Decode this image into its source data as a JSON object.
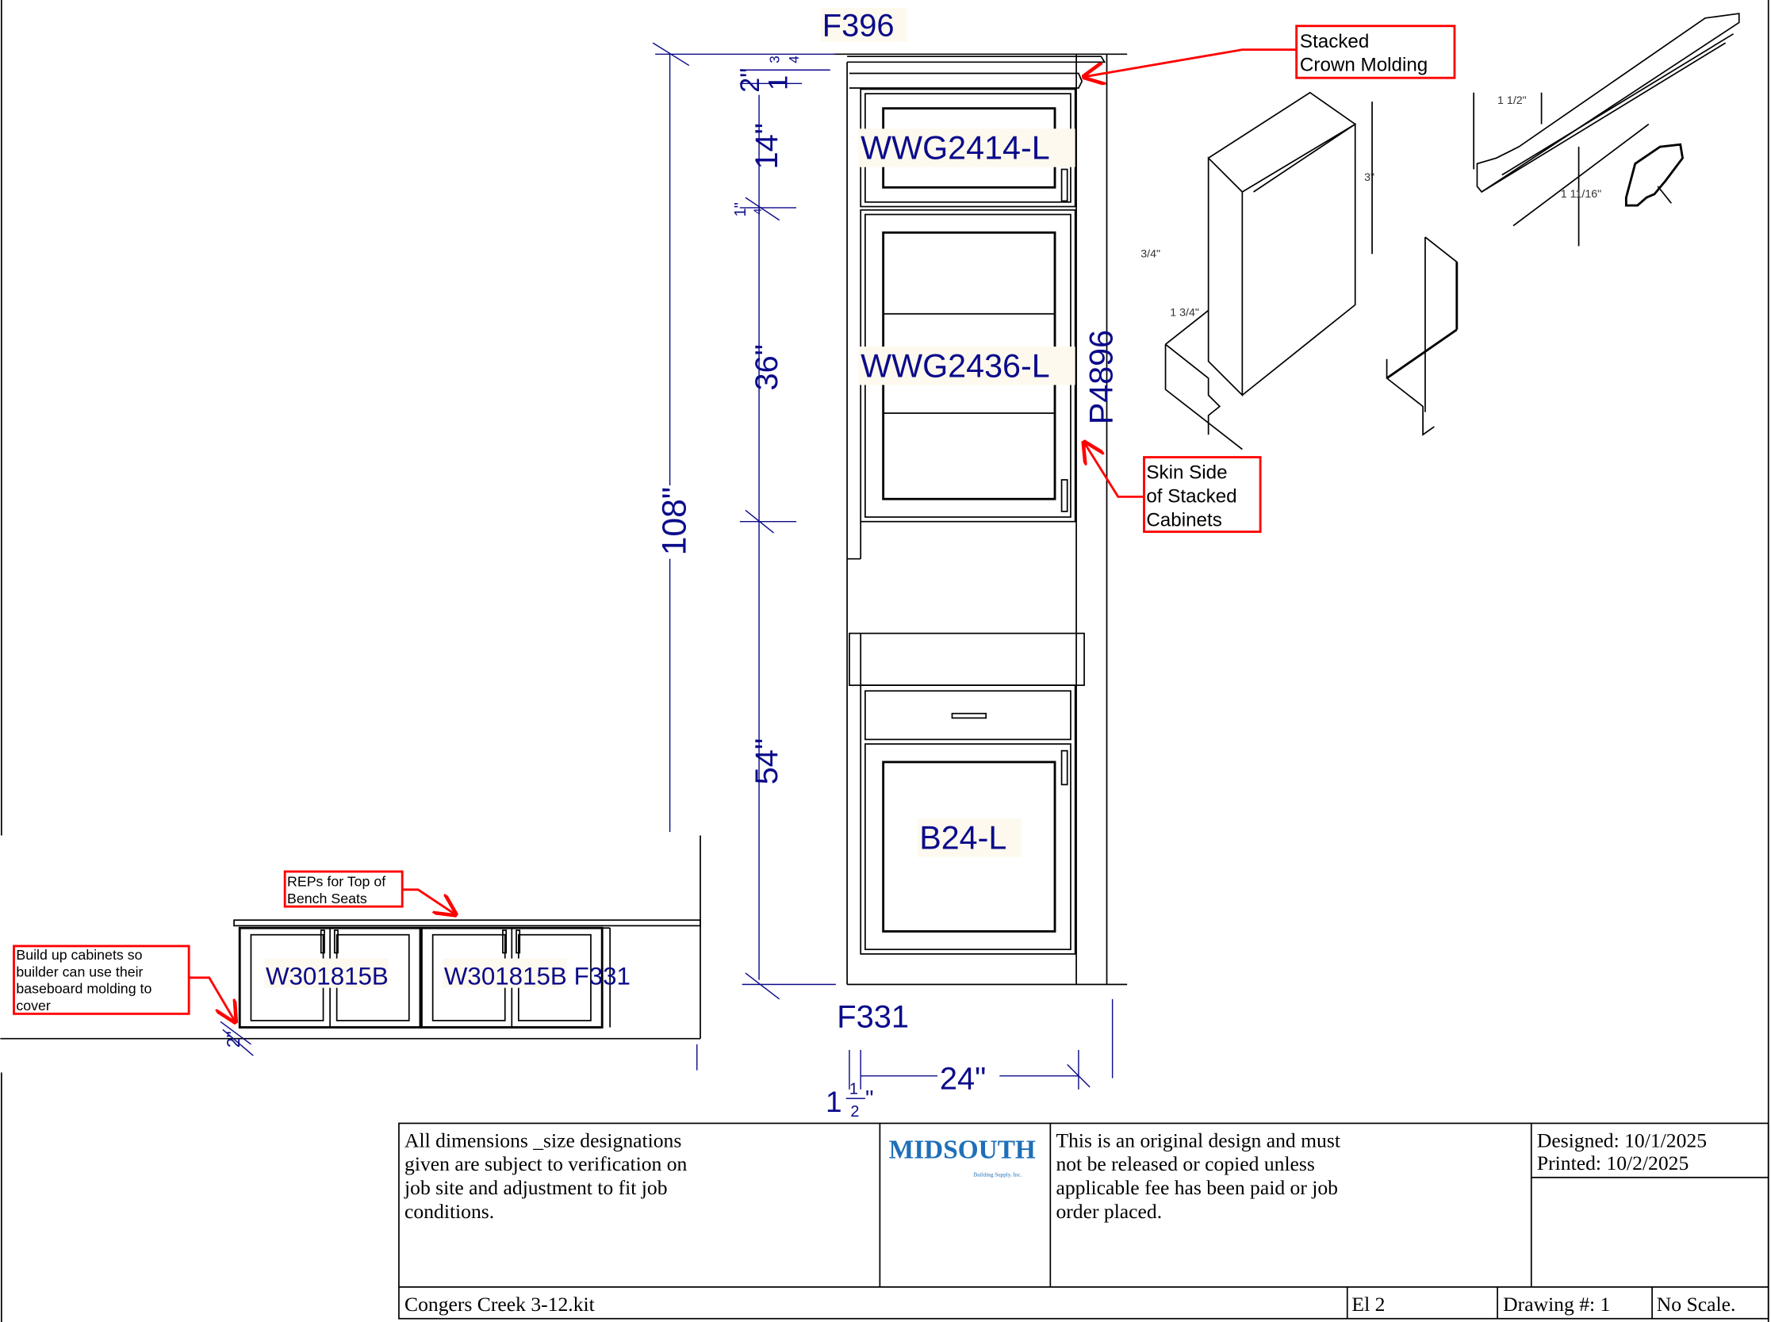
{
  "drawing": {
    "labels": {
      "crown": "F396",
      "upper_wall": "WWG2414-L",
      "mid_wall": "WWG2436-L",
      "panel": "P4896",
      "base": "B24-L",
      "bottom_filler": "F331",
      "bench_left": "W301815B",
      "bench_right": "W301815B",
      "bench_filler": "F331"
    },
    "dimensions": {
      "overall": "108\"",
      "crown": "2\"",
      "crown_frac": "3",
      "crown_frac_den": "4",
      "crown_whole": "1",
      "upper": "14\"",
      "gap": "1\"",
      "gap_den": "4",
      "mid": "36\"",
      "base": "54\"",
      "width": "24\"",
      "side_whole": "1",
      "side_num": "1",
      "side_den": "2",
      "side_mark": "''",
      "bench_buildup": "2\""
    },
    "callouts": [
      {
        "lines": [
          "Stacked",
          "Crown Molding"
        ]
      },
      {
        "lines": [
          "Skin Side",
          "of Stacked",
          "Cabinets"
        ]
      },
      {
        "lines": [
          "REPs for Top of",
          "Bench Seats"
        ]
      },
      {
        "lines": [
          "Build up cabinets so",
          "builder can use their",
          "baseboard molding to",
          "cover"
        ]
      }
    ],
    "molding_detail": {
      "height": "3\"",
      "depth": "3/4\"",
      "width": "1 3/4\"",
      "crown_top": "1 1/2\"",
      "crown_height": "1 11/16\""
    },
    "accent_red": "#ff0000",
    "dimension_blue": "#0b0b8a"
  },
  "title_block": {
    "disclaimer": [
      "All dimensions _size designations",
      "given are subject to verification on",
      "job site and adjustment to fit job",
      "conditions."
    ],
    "logo_text": "MIDSOUTH",
    "logo_sub": "Building Supply, Inc.",
    "copyright": [
      "This is an original design and must",
      "not be released or copied unless",
      "applicable fee has been paid or job",
      "order placed."
    ],
    "designed": "Designed: 10/1/2025",
    "printed": "Printed: 10/2/2025",
    "file_name": "Congers Creek 3-12.kit",
    "elevation": "El 2",
    "drawing_number": "Drawing #: 1",
    "scale": "No Scale."
  }
}
